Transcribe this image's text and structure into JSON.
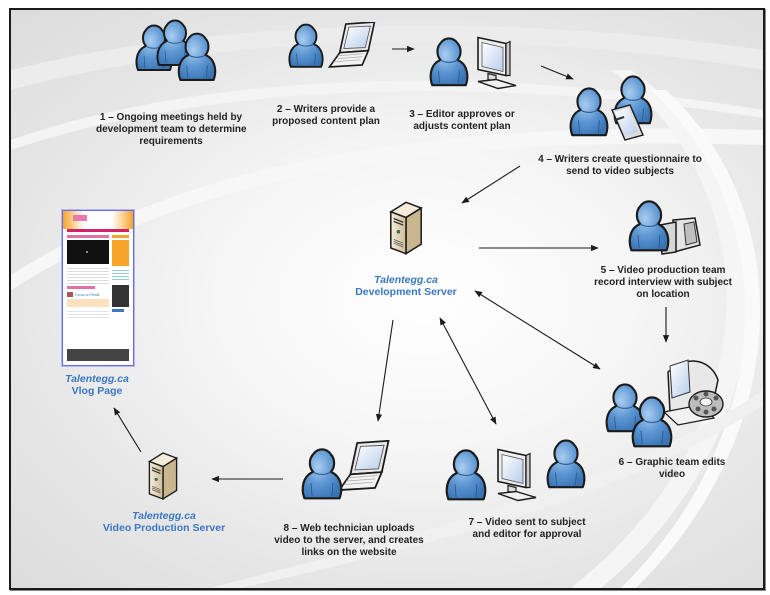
{
  "diagram": {
    "steps": [
      {
        "id": 1,
        "lines": [
          "1 – Ongoing meetings held by",
          "development team to determine",
          "requirements"
        ],
        "icon": "group-of-three-people-icon"
      },
      {
        "id": 2,
        "lines": [
          "2 – Writers provide a",
          "proposed content plan"
        ],
        "icon": "person-with-laptop-icon"
      },
      {
        "id": 3,
        "lines": [
          "3 – Editor approves or",
          "adjusts content plan"
        ],
        "icon": "person-with-monitor-icon"
      },
      {
        "id": 4,
        "lines": [
          "4 – Writers create questionnaire to",
          "send to video subjects"
        ],
        "icon": "two-people-with-tablet-icon"
      },
      {
        "id": 5,
        "lines": [
          "5 – Video production team",
          "record interview with subject",
          "on location"
        ],
        "icon": "person-with-video-camera-icon"
      },
      {
        "id": 6,
        "lines": [
          "6 – Graphic team edits",
          "video"
        ],
        "icon": "two-people-with-film-reel-computer-icon"
      },
      {
        "id": 7,
        "lines": [
          "7 – Video sent to subject",
          "and editor for approval"
        ],
        "icon": "two-people-with-monitor-icon"
      },
      {
        "id": 8,
        "lines": [
          "8 –  Web technician uploads",
          "video to the server, and creates",
          "links on the website"
        ],
        "icon": "person-with-laptop-icon"
      }
    ],
    "servers": {
      "development": {
        "name": "Talentegg.ca",
        "label": "Development Server"
      },
      "video_production": {
        "name": "Talentegg.ca",
        "label": "Video Production Server"
      }
    },
    "vlog_page": {
      "name": "Talentegg.ca",
      "label": "Vlog Page",
      "thumb_text": "Focus on Retail"
    },
    "colors": {
      "person_fill": "#5b95d2",
      "person_stroke": "#1b1b1b",
      "server_fill": "#e9dcc0",
      "label_blue": "#3b78c4",
      "arrow": "#1a1a1a",
      "thumb_orange": "#f7a52a",
      "thumb_pink": "#d4206b"
    }
  }
}
